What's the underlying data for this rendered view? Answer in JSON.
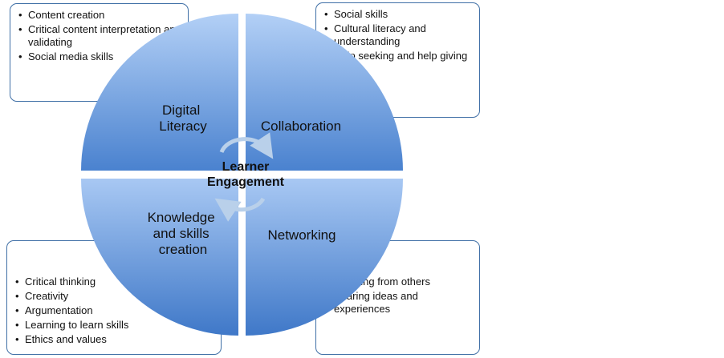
{
  "center": {
    "line1": "Learner",
    "line2": "Engagement"
  },
  "quadrants": {
    "top_left": {
      "lines": [
        "Digital",
        "Literacy"
      ]
    },
    "top_right": {
      "lines": [
        "Collaboration"
      ]
    },
    "bottom_left": {
      "lines": [
        "Knowledge",
        "and skills",
        "creation"
      ]
    },
    "bottom_right": {
      "lines": [
        "Networking"
      ]
    }
  },
  "callouts": {
    "top_left": [
      "Content creation",
      "Critical content interpretation and validating",
      "Social media skills"
    ],
    "top_right": [
      "Social skills",
      "Cultural literacy and understanding",
      "Help seeking and help giving"
    ],
    "bottom_left": [
      "Critical thinking",
      "Creativity",
      "Argumentation",
      "Learning to learn skills",
      "Ethics and values"
    ],
    "bottom_right": [
      "Learning from others",
      "Sharing ideas and experiences"
    ]
  },
  "colors": {
    "quadrant_light": "#a9c9f3",
    "quadrant_dark": "#4a82cf",
    "callout_border": "#3f6fa6",
    "arrow": "#b9d0ea"
  }
}
